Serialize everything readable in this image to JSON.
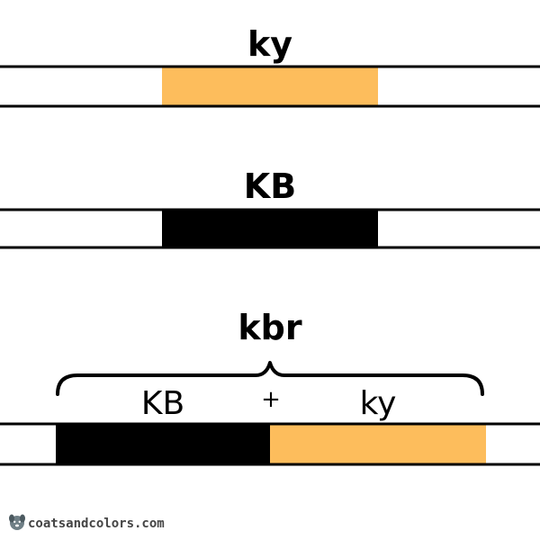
{
  "colors": {
    "ky": "#fdbd5c",
    "KB": "#000000",
    "line": "#000000",
    "background": "#ffffff",
    "watermark": "#444444"
  },
  "alleles": [
    {
      "label": "ky",
      "segments": [
        {
          "color": "ky"
        }
      ]
    },
    {
      "label": "KB",
      "segments": [
        {
          "color": "KB"
        }
      ]
    },
    {
      "label": "kbr",
      "segments": [
        {
          "color": "KB",
          "label": "KB"
        },
        {
          "color": "ky",
          "label": "ky"
        }
      ],
      "operator": "+"
    }
  ],
  "watermark": {
    "text": "coatsandcolors.com",
    "icon": "dog-face-icon"
  }
}
